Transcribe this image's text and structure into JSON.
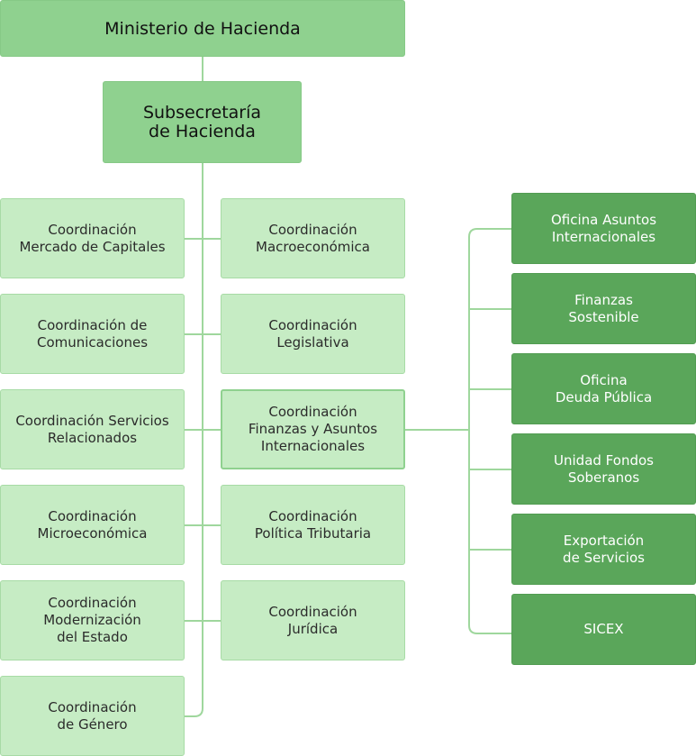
{
  "colors": {
    "top_fill": "#8fd18f",
    "coordination_fill": "#c6ecc4",
    "office_fill": "#5aa65a",
    "connector": "#9fd79d"
  },
  "ministry": "Ministerio de Hacienda",
  "undersecretary": "Subsecretaría\nde Hacienda",
  "left_column": [
    "Coordinación\nMercado de Capitales",
    "Coordinación de\nComunicaciones",
    "Coordinación Servicios\nRelacionados",
    "Coordinación\nMicroeconómica",
    "Coordinación\nModernización\ndel Estado",
    "Coordinación\nde Género"
  ],
  "right_column": [
    "Coordinación\nMacroeconómica",
    "Coordinación\nLegislativa",
    "Coordinación\nFinanzas y Asuntos\nInternacionales",
    "Coordinación\nPolítica Tributaria",
    "Coordinación\nJurídica"
  ],
  "offices": [
    "Oficina Asuntos\nInternacionales",
    "Finanzas\nSostenible",
    "Oficina\nDeuda Pública",
    "Unidad Fondos\nSoberanos",
    "Exportación\nde Servicios",
    "SICEX"
  ]
}
